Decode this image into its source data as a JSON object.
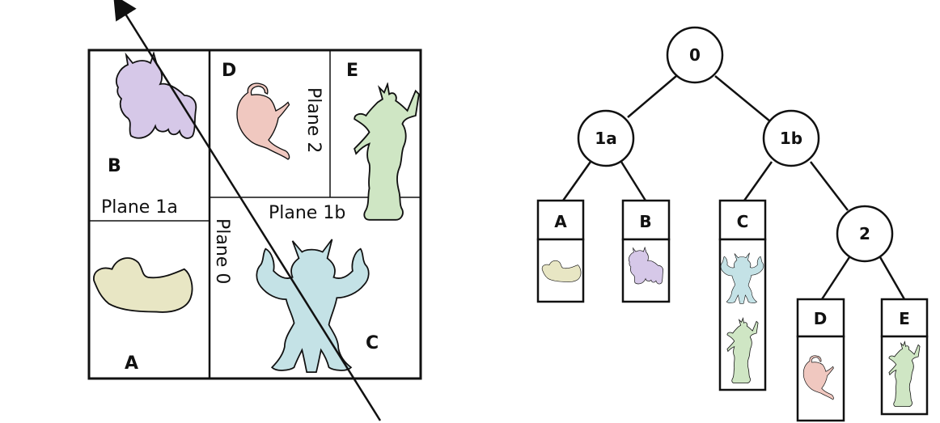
{
  "colors": {
    "duck": "#e8e6c4",
    "cow": "#d6c8e8",
    "teapot": "#f0c8c0",
    "angel": "#cfe6c4",
    "armadillo": "#c4e2e6",
    "stroke": "#111111"
  },
  "scene": {
    "regions": {
      "a": "A",
      "b": "B",
      "c": "C",
      "d": "D",
      "e": "E"
    },
    "planes": {
      "p0": "Plane 0",
      "p1a": "Plane 1a",
      "p1b": "Plane 1b",
      "p2": "Plane 2"
    }
  },
  "tree": {
    "nodes": {
      "root": "0",
      "n1a": "1a",
      "n1b": "1b",
      "n2": "2"
    },
    "leaves": {
      "a": "A",
      "b": "B",
      "c": "C",
      "d": "D",
      "e": "E"
    }
  },
  "icons": [
    "duck-icon",
    "cow-icon",
    "teapot-icon",
    "angel-icon",
    "armadillo-icon",
    "ray-arrow-icon"
  ]
}
